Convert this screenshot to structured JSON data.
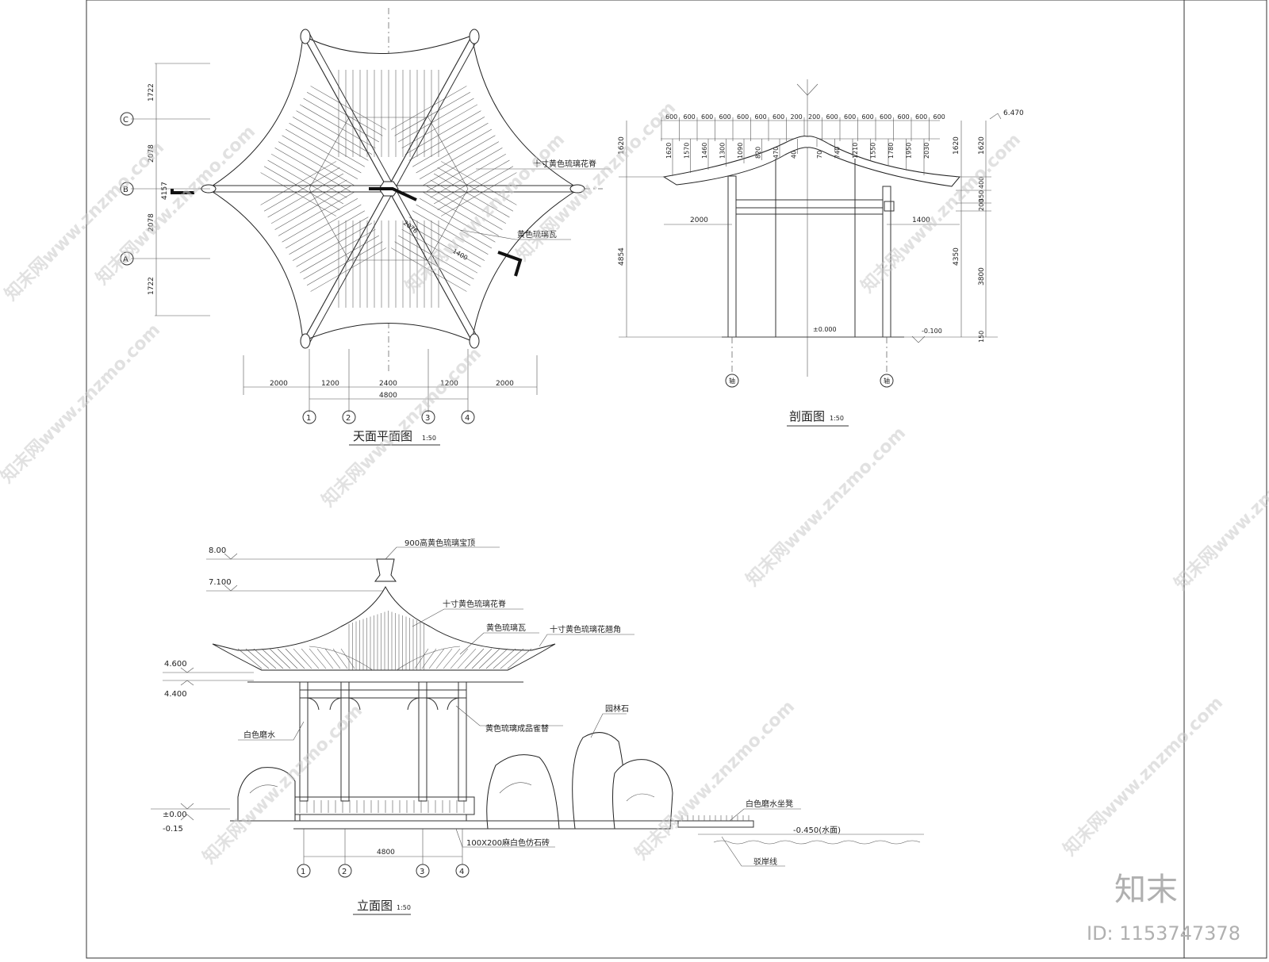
{
  "plan": {
    "title": "天面平面图",
    "scale": "1:50",
    "vertical_dims": [
      "1722",
      "2078",
      "4157",
      "2078",
      "1722"
    ],
    "grid_rows": [
      "C",
      "B",
      "A"
    ],
    "horizontal_dims": [
      "2000",
      "1200",
      "2400",
      "1200",
      "2000"
    ],
    "total_dim": "4800",
    "grid_cols": [
      "1",
      "2",
      "3",
      "4"
    ],
    "diag_dims": [
      "2076",
      "1400"
    ],
    "labels": {
      "ridge": "十寸黄色琉璃花脊",
      "tile": "黄色琉璃瓦"
    }
  },
  "section": {
    "title": "剖面图",
    "scale": "1:50",
    "top_dims": [
      "600",
      "600",
      "600",
      "600",
      "600",
      "600",
      "600",
      "200",
      "200",
      "600",
      "600",
      "600",
      "600",
      "600",
      "600",
      "600"
    ],
    "rafter_heights_left": [
      "1620",
      "1570",
      "1460",
      "1300",
      "1090",
      "820",
      "470",
      "40"
    ],
    "rafter_heights_right": [
      "70",
      "740",
      "1210",
      "1550",
      "1780",
      "1950",
      "2030"
    ],
    "span_left": "2000",
    "span_right": "1400",
    "left_dim": "4854",
    "left_upper": "1620",
    "right_dims": [
      "1620",
      "400",
      "350",
      "200",
      "3800",
      "150"
    ],
    "right_outer": [
      "1620",
      "4350"
    ],
    "elevations": [
      "6.470",
      "±0.000",
      "-0.100"
    ],
    "axis_label": "轴"
  },
  "elevation": {
    "title": "立面图",
    "scale": "1:50",
    "levels": [
      "8.00",
      "7.100",
      "4.600",
      "4.400",
      "±0.00",
      "-0.15"
    ],
    "total_dim": "4800",
    "grid_cols": [
      "1",
      "2",
      "3",
      "4"
    ],
    "labels": {
      "finial": "900高黄色琉璃宝顶",
      "ridge": "十寸黄色琉璃花脊",
      "tile": "黄色琉璃瓦",
      "corner": "十寸黄色琉璃花翘角",
      "paint": "白色磨水",
      "bracket": "黄色琉璃成品雀替",
      "rock": "园林石",
      "bench": "白色磨水坐凳",
      "water": "-0.450(水面)",
      "base": "100X200麻白色仿石砖",
      "shore": "驳岸线"
    }
  },
  "watermark": {
    "text": "知末网www.znzmo.com",
    "brand": "知末",
    "id": "ID: 1153747378"
  }
}
